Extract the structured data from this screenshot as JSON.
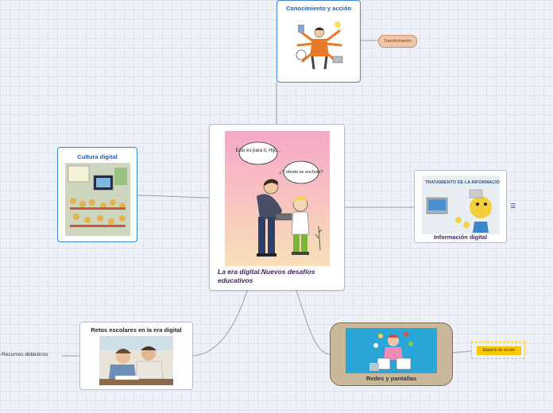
{
  "map": {
    "central": {
      "title": "La era digital.Nuevos desafíos educativos",
      "balloon1": "Esto es para ti, Hijo...",
      "balloon2": "¿Y dónde se enchufa?"
    },
    "conocimiento": {
      "title": "Conocimiento y acción",
      "subtopic": "Transformación"
    },
    "cultura": {
      "title": "Cultura digital"
    },
    "informacion": {
      "title": "Información digital",
      "image_text": "TRATAMIENTO DE LA INFORMACIÓN Y COMPETENCIA DIGITAL",
      "icon": "menu-lines-icon"
    },
    "retos": {
      "title": "Retos escolares en la era digital",
      "subtopic": "Recursos didácticos"
    },
    "redes": {
      "title": "Redes y pantallas",
      "subtopic": "Espacio de acción"
    }
  },
  "colors": {
    "blue_border": "#3a86d9",
    "title_purple": "#3c1f66",
    "redes_fill": "#c9b89a",
    "transform_fill": "#f0c7a6",
    "espacio_fill": "#f7c800"
  }
}
